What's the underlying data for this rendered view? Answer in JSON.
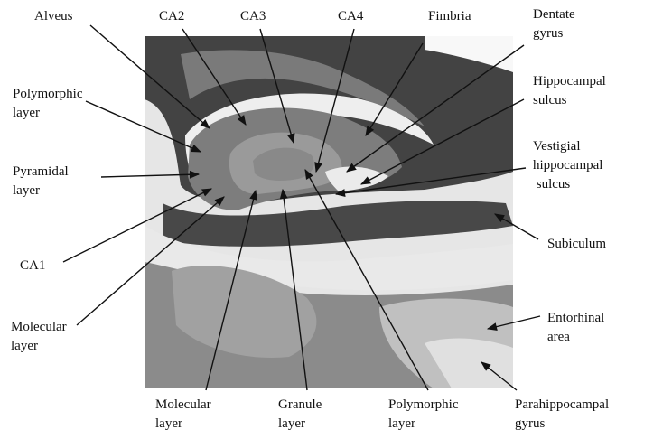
{
  "labels": {
    "alveus": "Alveus",
    "ca2": "CA2",
    "ca3": "CA3",
    "ca4": "CA4",
    "fimbria": "Fimbria",
    "dentate_gyrus": "Dentate\ngyrus",
    "polymorphic_layer_left": "Polymorphic\nlayer",
    "hippocampal_sulcus": "Hippocampal\nsulcus",
    "pyramidal_layer": "Pyramidal\nlayer",
    "vestigial_hippocampal_sulcus": "Vestigial\nhippocampal\n sulcus",
    "ca1": "CA1",
    "subiculum": "Subiculum",
    "molecular_layer_left": "Molecular\nlayer",
    "entorhinal_area": "Entorhinal\narea",
    "molecular_layer_bottom": "Molecular\nlayer",
    "granule_layer": "Granule\nlayer",
    "polymorphic_layer_bottom": "Polymorphic\nlayer",
    "parahippocampal_gyrus": "Parahippocampal\ngyrus"
  },
  "colors": {
    "tissue_dark": "#3a3a3a",
    "white_matter": "#f4f4f4",
    "gray_matter": "#8a8a8a",
    "arrow": "#111111"
  }
}
